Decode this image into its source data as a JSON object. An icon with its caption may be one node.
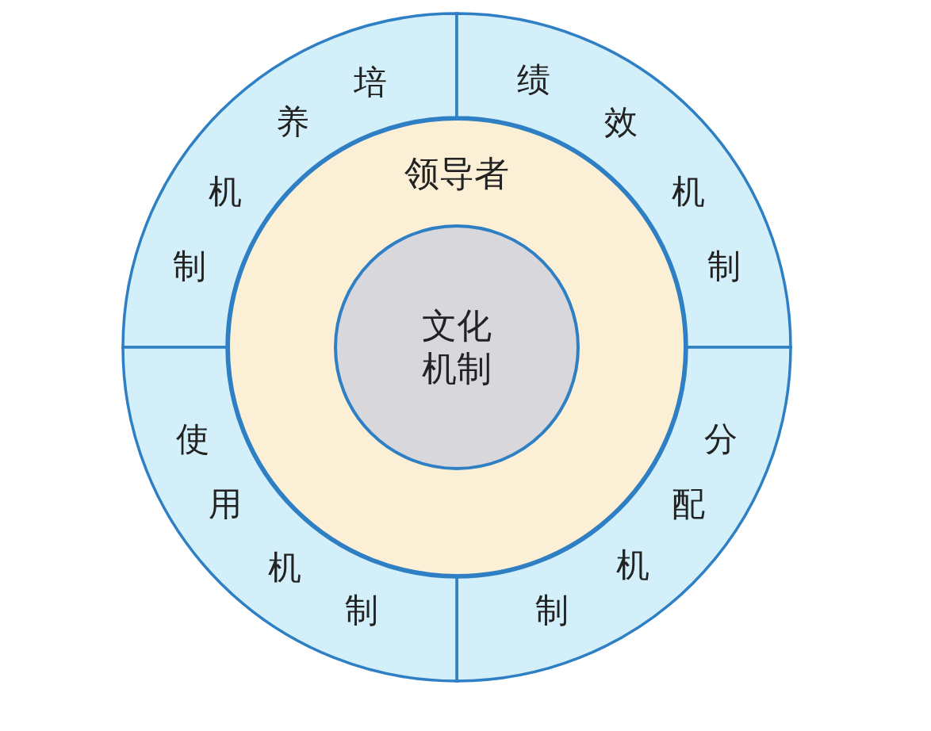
{
  "diagram": {
    "nodes": [
      {
        "text": [
          "培养机制"
        ]
      },
      {
        "text": [
          "绩效机制"
        ]
      },
      {
        "text": [
          "分配机制"
        ]
      },
      {
        "text": [
          "使用机制"
        ]
      },
      {
        "text": [
          "领导者"
        ]
      },
      {
        "text": [
          "文化机制"
        ],
        "in": 4
      }
    ],
    "edges": []
  }
}
